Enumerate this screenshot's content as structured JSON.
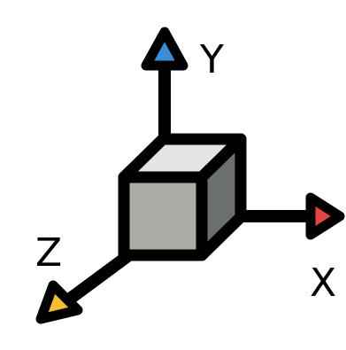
{
  "icon": {
    "name": "3d-axes-cube-icon",
    "labels": {
      "x": "X",
      "y": "Y",
      "z": "Z"
    },
    "colors": {
      "outline": "#000000",
      "cube_front": "#a9aba5",
      "cube_top": "#e4e4e4",
      "cube_side": "#6b706d",
      "x_arrow": "#e5453e",
      "y_arrow": "#3a8fd8",
      "z_arrow": "#f4c02a",
      "background": "#ffffff"
    }
  }
}
